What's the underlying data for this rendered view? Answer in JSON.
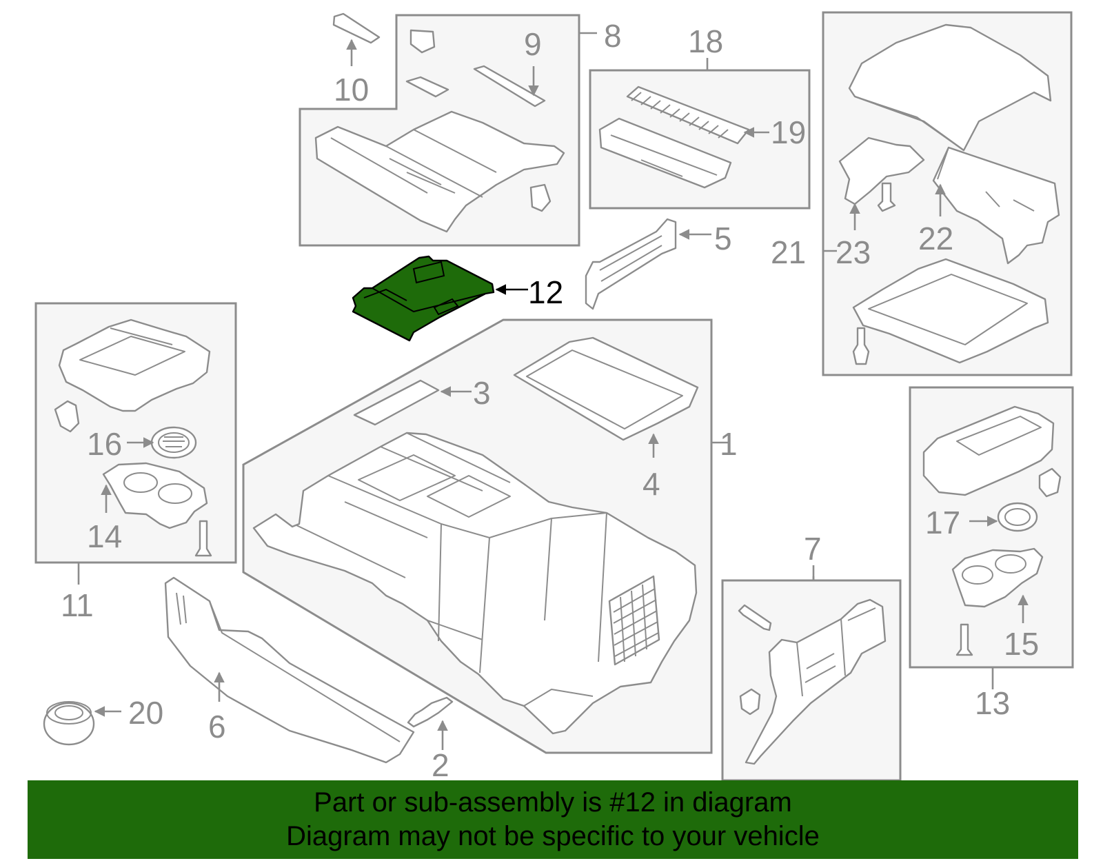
{
  "callouts": {
    "c1": "1",
    "c2": "2",
    "c3": "3",
    "c4": "4",
    "c5": "5",
    "c6": "6",
    "c7": "7",
    "c8": "8",
    "c9": "9",
    "c10": "10",
    "c11": "11",
    "c12": "12",
    "c13": "13",
    "c14": "14",
    "c15": "15",
    "c16": "16",
    "c17": "17",
    "c18": "18",
    "c19": "19",
    "c20": "20",
    "c21": "21",
    "c22": "22",
    "c23": "23"
  },
  "highlighted_part": "12",
  "banner": {
    "line1": "Part or sub-assembly is #12 in diagram",
    "line2": "Diagram may not be specific to your vehicle"
  },
  "colors": {
    "highlight": "#1e6b0a",
    "outline": "#8c8c8c",
    "box_fill": "#f6f6f6"
  }
}
